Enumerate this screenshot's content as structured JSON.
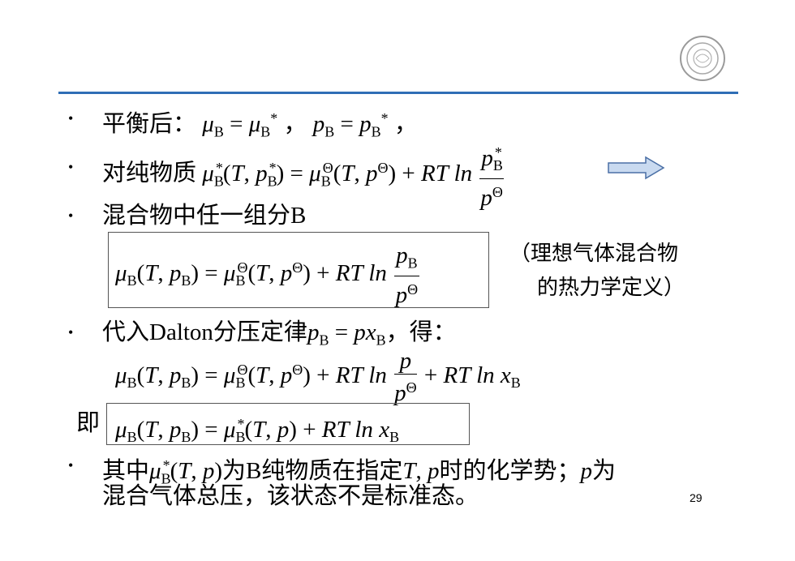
{
  "slide": {
    "page_number": "29",
    "accent_color": "#2f6eb5",
    "logo_icon": "university-seal-icon"
  },
  "bullets": {
    "b1_text": "平衡后：",
    "b1_sep": "，",
    "b1_end": "，",
    "b2_text": "对纯物质",
    "b3_text": "混合物中任一组分B",
    "b4_pre": "代入Dalton分压定律",
    "b4_post": "，得：",
    "b5_pre": "其中",
    "b5_mid1": "为B纯物质在指定",
    "b5_mid2": "时的化学势；",
    "b5_mid3": "为",
    "b5_line2": "混合气体总压，该状态不是标准态。"
  },
  "labels": {
    "ji": "即",
    "note_line1": "（理想气体混合物",
    "note_line2": "的热力学定义）"
  },
  "math": {
    "mu": "μ",
    "p": "p",
    "x": "x",
    "B": "B",
    "star": "*",
    "theta": "Θ",
    "eq": " = ",
    "plus": " + ",
    "RTln": "RT ln",
    "T": "T",
    "lp": "(",
    "rp": ")",
    "comma": ", "
  }
}
